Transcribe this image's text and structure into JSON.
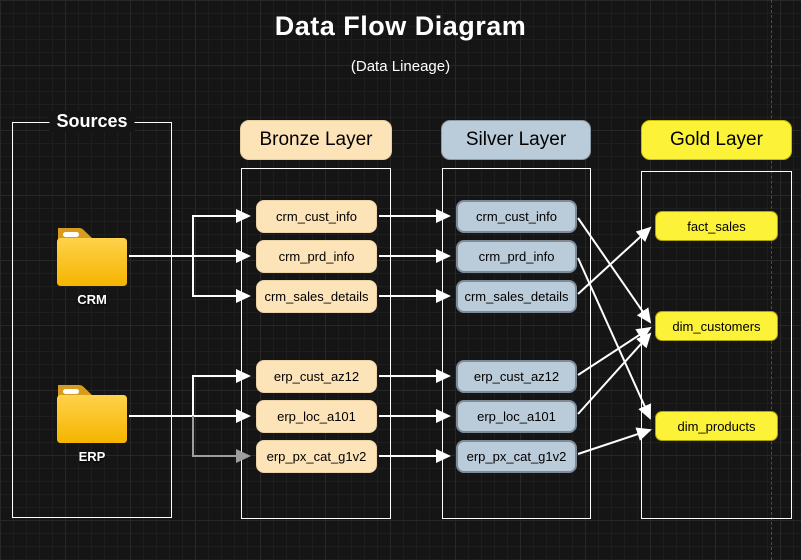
{
  "title": "Data Flow Diagram",
  "subtitle": "(Data Lineage)",
  "sources": {
    "label": "Sources",
    "items": [
      {
        "name": "CRM"
      },
      {
        "name": "ERP"
      }
    ]
  },
  "layers": {
    "bronze": {
      "label": "Bronze Layer",
      "fill": "#FCE3B8",
      "tables": [
        "crm_cust_info",
        "crm_prd_info",
        "crm_sales_details",
        "erp_cust_az12",
        "erp_loc_a101",
        "erp_px_cat_g1v2"
      ]
    },
    "silver": {
      "label": "Silver Layer",
      "fill": "#BACBDA",
      "tables": [
        "crm_cust_info",
        "crm_prd_info",
        "crm_sales_details",
        "erp_cust_az12",
        "erp_loc_a101",
        "erp_px_cat_g1v2"
      ]
    },
    "gold": {
      "label": "Gold Layer",
      "fill": "#FCF338",
      "tables": [
        "fact_sales",
        "dim_customers",
        "dim_products"
      ]
    }
  },
  "colors": {
    "canvas": "#151515",
    "connector": "#ffffff",
    "connector_muted": "#9e9e9e",
    "folder": "#FFC312",
    "text_on_node": "#000000",
    "text_on_canvas": "#ffffff"
  },
  "lineage": [
    {
      "from": "source.CRM",
      "to": "bronze.crm_cust_info"
    },
    {
      "from": "source.CRM",
      "to": "bronze.crm_prd_info"
    },
    {
      "from": "source.CRM",
      "to": "bronze.crm_sales_details"
    },
    {
      "from": "source.ERP",
      "to": "bronze.erp_cust_az12"
    },
    {
      "from": "source.ERP",
      "to": "bronze.erp_loc_a101"
    },
    {
      "from": "source.ERP",
      "to": "bronze.erp_px_cat_g1v2"
    },
    {
      "from": "bronze.crm_cust_info",
      "to": "silver.crm_cust_info"
    },
    {
      "from": "bronze.crm_prd_info",
      "to": "silver.crm_prd_info"
    },
    {
      "from": "bronze.crm_sales_details",
      "to": "silver.crm_sales_details"
    },
    {
      "from": "bronze.erp_cust_az12",
      "to": "silver.erp_cust_az12"
    },
    {
      "from": "bronze.erp_loc_a101",
      "to": "silver.erp_loc_a101"
    },
    {
      "from": "bronze.erp_px_cat_g1v2",
      "to": "silver.erp_px_cat_g1v2"
    },
    {
      "from": "silver.crm_cust_info",
      "to": "gold.dim_customers"
    },
    {
      "from": "silver.crm_prd_info",
      "to": "gold.dim_products"
    },
    {
      "from": "silver.crm_sales_details",
      "to": "gold.fact_sales"
    },
    {
      "from": "silver.erp_cust_az12",
      "to": "gold.dim_customers"
    },
    {
      "from": "silver.erp_loc_a101",
      "to": "gold.dim_customers"
    },
    {
      "from": "silver.erp_px_cat_g1v2",
      "to": "gold.dim_products"
    }
  ]
}
